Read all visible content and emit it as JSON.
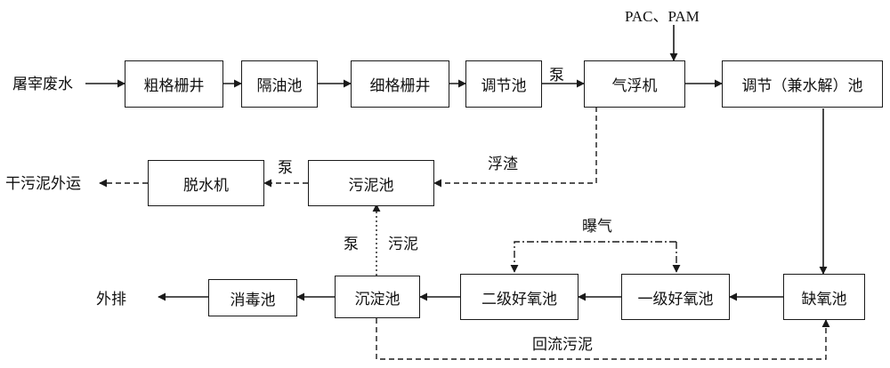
{
  "nodes": {
    "source": "屠宰废水",
    "coarse_screen": "粗格栅井",
    "oil_separator": "隔油池",
    "fine_screen": "细格栅井",
    "equalization": "调节池",
    "air_flotation": "气浮机",
    "hydrolysis_tank": "调节（兼水解）池",
    "anoxic": "缺氧池",
    "aerobic_1": "一级好氧池",
    "aerobic_2": "二级好氧池",
    "sedimentation": "沉淀池",
    "disinfection": "消毒池",
    "discharge": "外排",
    "sludge_tank": "污泥池",
    "dewatering": "脱水机",
    "dry_sludge": "干污泥外运"
  },
  "labels": {
    "chemicals": "PAC、PAM",
    "pump_1": "泵",
    "pump_2": "泵",
    "pump_3": "泵",
    "scum": "浮渣",
    "sludge": "污泥",
    "aeration": "曝气",
    "return_sludge": "回流污泥"
  }
}
